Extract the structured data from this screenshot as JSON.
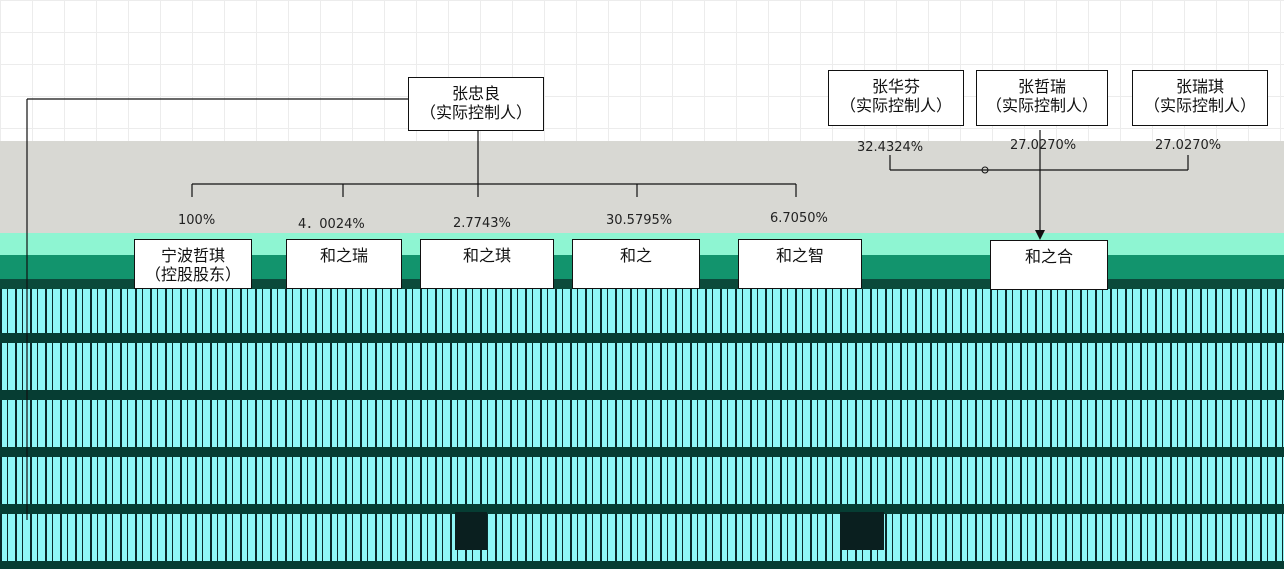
{
  "controller_left": {
    "name": "张忠良",
    "role": "（实际控制人）"
  },
  "controllers_right": [
    {
      "name": "张华芬",
      "role": "（实际控制人）",
      "pct": "32.4324%"
    },
    {
      "name": "张哲瑞",
      "role": "（实际控制人）",
      "pct": "27.0270%"
    },
    {
      "name": "张瑞琪",
      "role": "（实际控制人）",
      "pct": "27.0270%"
    }
  ],
  "holdings": [
    {
      "name": "宁波哲琪",
      "role": "（控股股东）",
      "pct": "100%"
    },
    {
      "name": "和之瑞",
      "role": "",
      "pct": "4．0024%"
    },
    {
      "name": "和之琪",
      "role": "",
      "pct": "2.7743%"
    },
    {
      "name": "和之",
      "role": "",
      "pct": "30.5795%"
    },
    {
      "name": "和之智",
      "role": "",
      "pct": "6.7050%"
    }
  ],
  "target_right": {
    "name": "和之合",
    "role": ""
  }
}
